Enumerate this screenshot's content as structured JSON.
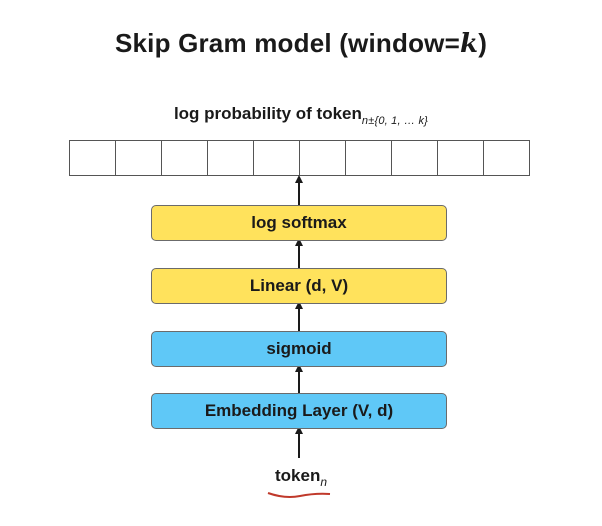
{
  "title": {
    "prefix": "Skip Gram model (window=",
    "var": "k",
    "suffix": ")"
  },
  "output_label": {
    "text": "log probability of token",
    "subscript": "n±{0, 1, … k}"
  },
  "output_vector": {
    "cells": 10
  },
  "layers": [
    {
      "label": "log softmax",
      "color": "#ffe25c"
    },
    {
      "label": "Linear (d, V)",
      "color": "#ffe25c"
    },
    {
      "label": "sigmoid",
      "color": "#5fc8f7"
    },
    {
      "label": "Embedding Layer (V, d)",
      "color": "#5fc8f7"
    }
  ],
  "input": {
    "text": "token",
    "subscript": "n",
    "underline_color": "#c0392b"
  }
}
